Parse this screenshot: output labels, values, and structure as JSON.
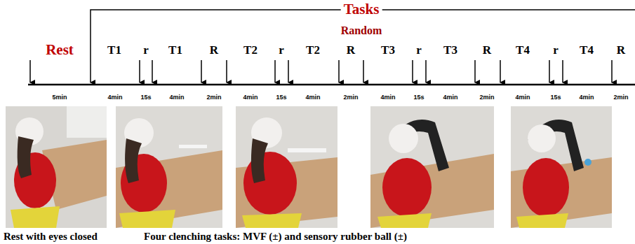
{
  "diagram": {
    "nodes": [],
    "edges": [],
    "labels": [
      "Tasks",
      "Random",
      "Rest",
      "T1",
      "r",
      "T1",
      "R",
      "T2",
      "r",
      "T2",
      "R",
      "T3",
      "r",
      "T3",
      "R",
      "T4",
      "r",
      "T4",
      "R",
      "5min",
      "4min",
      "15s",
      "4min",
      "2min",
      "4min",
      "15s",
      "4min",
      "2min",
      "4min",
      "15s",
      "4min",
      "2min",
      "4min",
      "15s",
      "4min",
      "2min",
      "Rest with eyes closed",
      "Four clenching tasks: MVF (±) and sensory rubber ball (±)"
    ]
  }
}
